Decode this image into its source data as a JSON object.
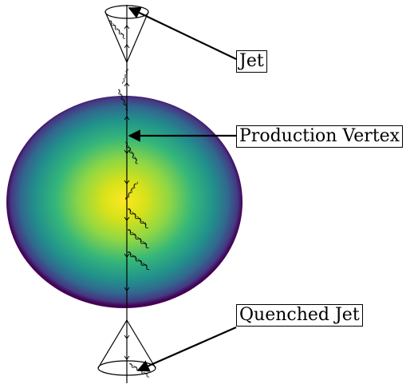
{
  "labels": {
    "jet": "Jet",
    "production_vertex": "Production Vertex",
    "quenched_jet": "Quenched Jet"
  },
  "colors": {
    "medium_center": "#fde725",
    "medium_mid": "#5ec962",
    "medium_outer": "#21918c",
    "medium_edge": "#3b528b",
    "medium_rim": "#440154",
    "ink": "#000000"
  },
  "icons": {
    "gluon": "gluon-spring-icon",
    "arrow": "arrow-icon"
  }
}
